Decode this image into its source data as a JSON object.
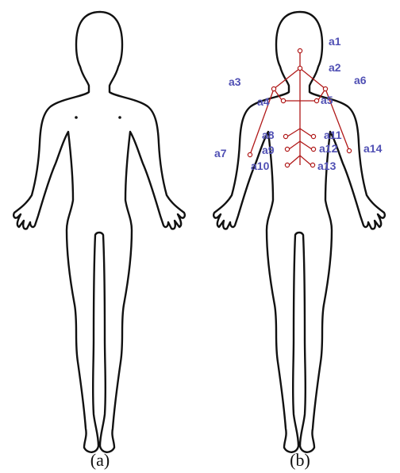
{
  "captions": {
    "a": "(a)",
    "b": "(b)"
  },
  "colors": {
    "label": "#5050b4",
    "skeleton": "#b01818",
    "outline": "#111111"
  },
  "points": {
    "a1": "a1",
    "a2": "a2",
    "a3": "a3",
    "a4": "a4",
    "a5": "a5",
    "a6": "a6",
    "a7": "a7",
    "a8": "a8",
    "a9": "a9",
    "a10": "a10",
    "a11": "a11",
    "a12": "a12",
    "a13": "a13",
    "a14": "a14"
  }
}
